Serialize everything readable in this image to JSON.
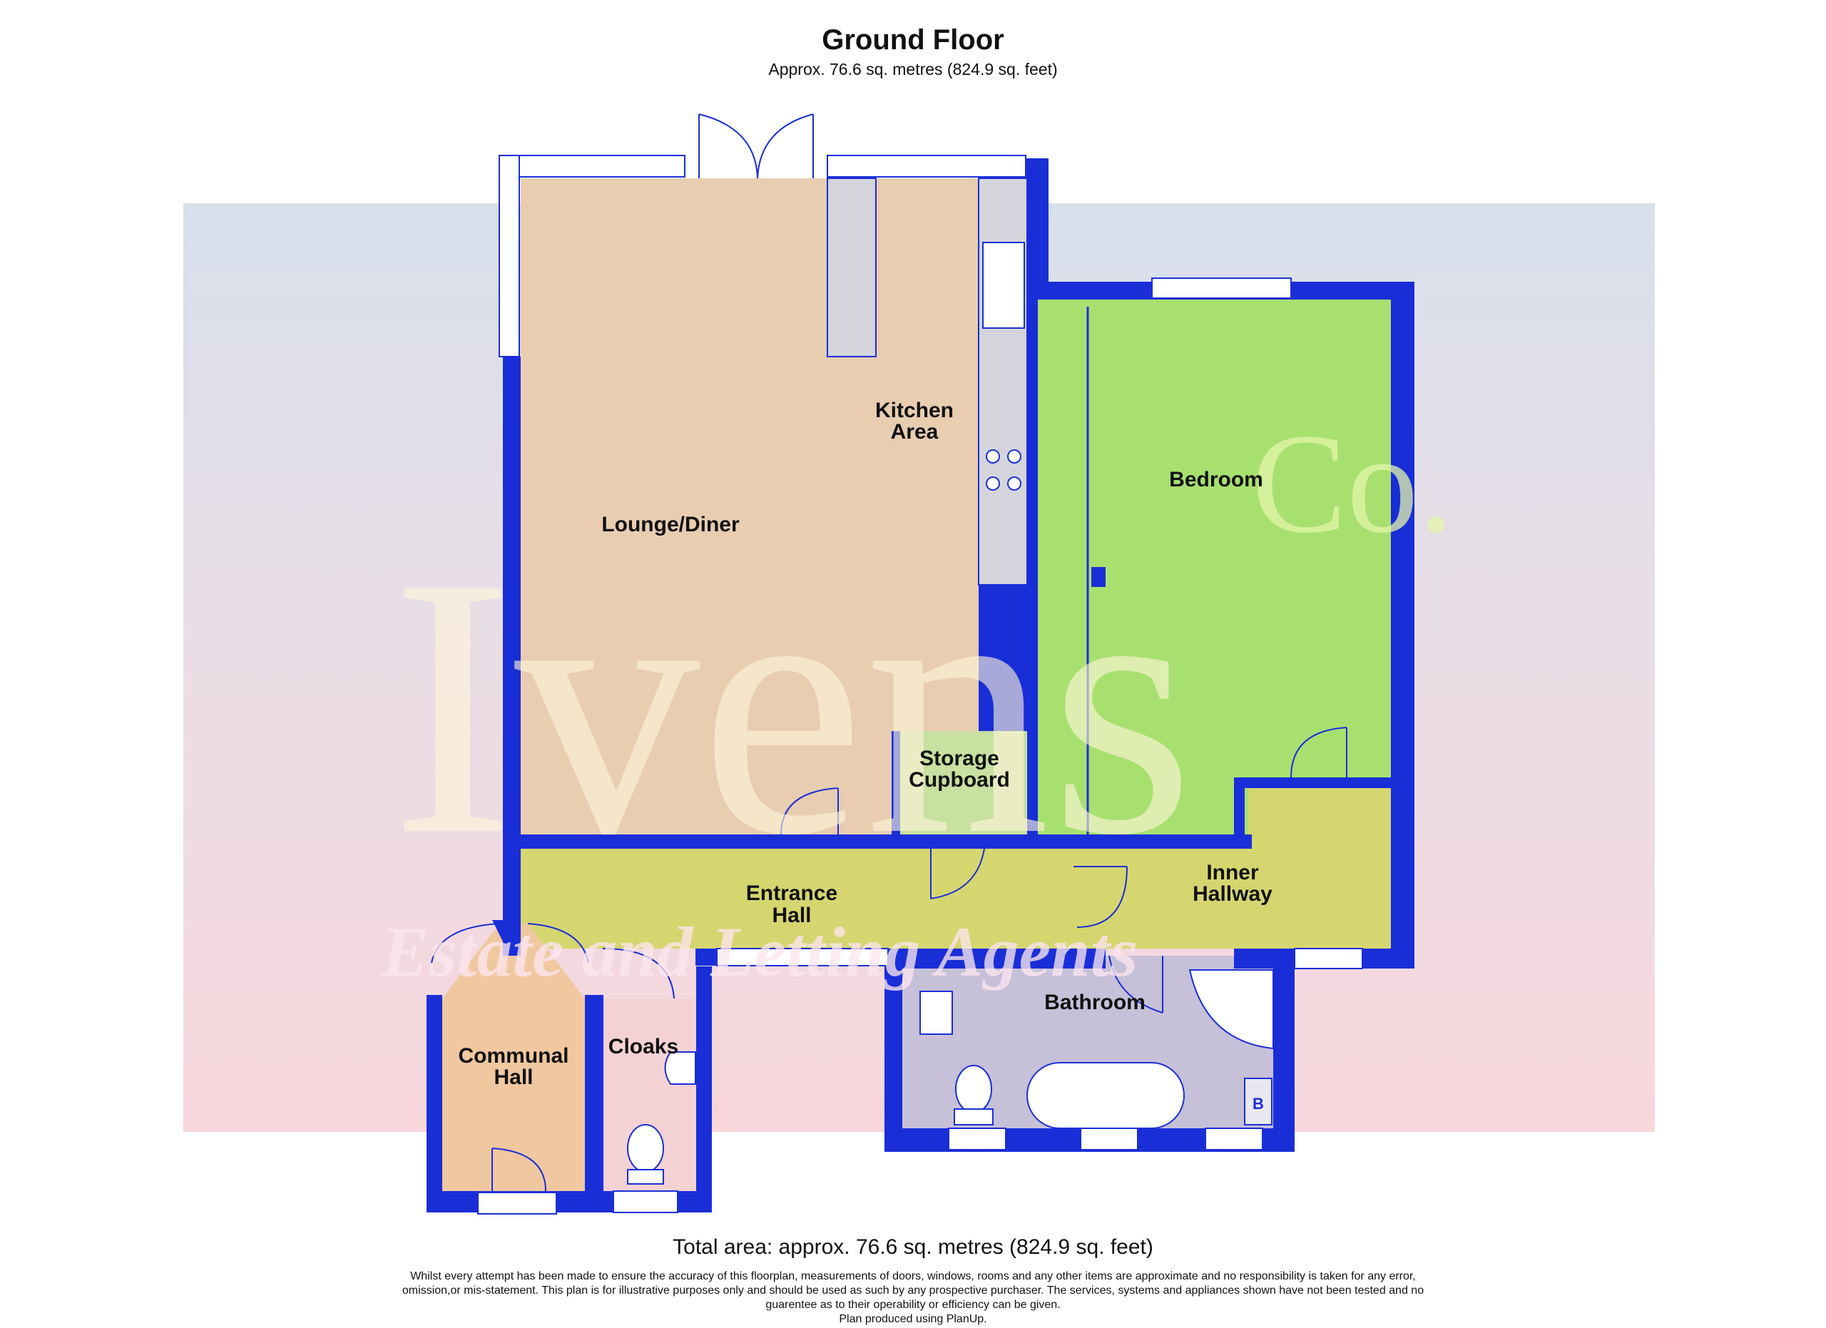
{
  "header": {
    "title": "Ground Floor",
    "subtitle": "Approx. 76.6 sq. metres (824.9 sq. feet)"
  },
  "watermark": {
    "logo_text": "Ivens",
    "logo_suffix": "Co.",
    "tagline": "Estate and Letting Agents"
  },
  "rooms": {
    "lounge": "Lounge/Diner",
    "kitchen_line1": "Kitchen",
    "kitchen_line2": "Area",
    "bedroom": "Bedroom",
    "storage_line1": "Storage",
    "storage_line2": "Cupboard",
    "entrance_line1": "Entrance",
    "entrance_line2": "Hall",
    "inner_line1": "Inner",
    "inner_line2": "Hallway",
    "bathroom": "Bathroom",
    "communal_line1": "Communal",
    "communal_line2": "Hall",
    "cloaks": "Cloaks"
  },
  "fixtures": {
    "boiler_label": "B"
  },
  "footer": {
    "total_area": "Total area: approx. 76.6 sq. metres (824.9 sq. feet)",
    "disclaimer_line1": "Whilst every attempt has been made to ensure the accuracy of this floorplan, measurements of doors, windows, rooms and any other items are approximate and no responsibility is taken for any error,",
    "disclaimer_line2": "omission,or mis-statement.  This plan is for illustrative purposes only and should be used as such by any prospective purchaser.  The services, systems and appliances shown have not been tested and no",
    "disclaimer_line3": "guarentee as to their operability or efficiency can be given.",
    "disclaimer_line4": "Plan produced using PlanUp."
  },
  "colors": {
    "wall": "#1a2ed8",
    "lounge": "#e8cdb0",
    "bedroom": "#a8e070",
    "hall": "#d6d670",
    "bathroom": "#c6c0d8",
    "communal": "#f0c8a0",
    "cloaks": "#f4d2d4",
    "storage": "#c8e0a0"
  }
}
